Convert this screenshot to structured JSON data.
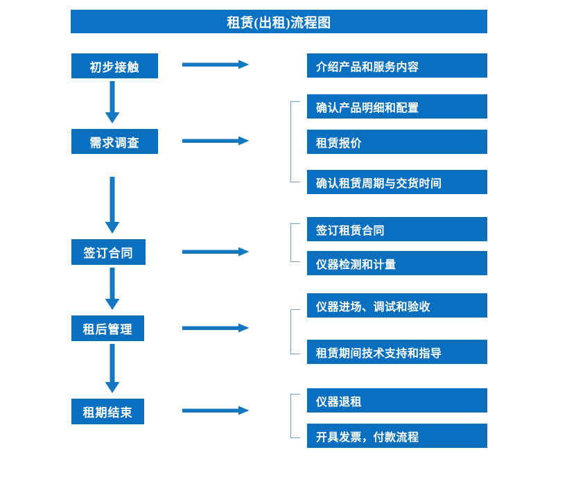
{
  "colors": {
    "box_blue": "#0a6fbf",
    "title_blue": "#0b72c4",
    "arrow_blue": "#1477c0",
    "bracket_blue": "#6d9ec9",
    "text_white": "#ffffff",
    "background": "#ffffff"
  },
  "header": {
    "title": "租赁(出租)流程图"
  },
  "stages": [
    {
      "label": "初步接触"
    },
    {
      "label": "需求调查"
    },
    {
      "label": "签订合同"
    },
    {
      "label": "租后管理"
    },
    {
      "label": "租期结束"
    }
  ],
  "details": [
    {
      "label": "介绍产品和服务内容"
    },
    {
      "label": "确认产品明细和配置"
    },
    {
      "label": "租赁报价"
    },
    {
      "label": "确认租赁周期与交货时间"
    },
    {
      "label": "签订租赁合同"
    },
    {
      "label": "仪器检测和计量"
    },
    {
      "label": "仪器进场、调试和验收"
    },
    {
      "label": "租赁期间技术支持和指导"
    },
    {
      "label": "仪器退租"
    },
    {
      "label": "开具发票，付款流程"
    }
  ],
  "connectors": {
    "right_arrows": 5,
    "down_arrows": 4,
    "brackets": 4
  }
}
